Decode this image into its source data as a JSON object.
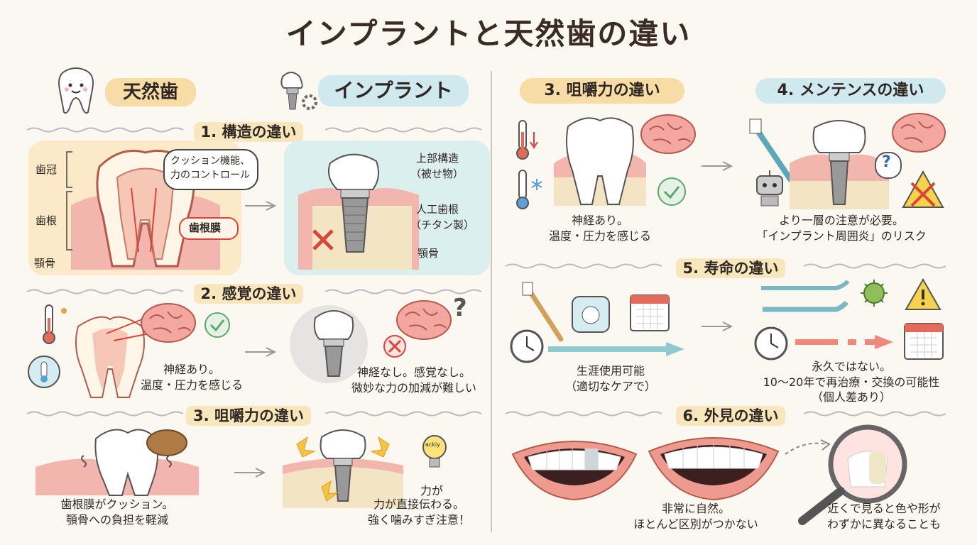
{
  "title": "インプラントと天然歯の違い",
  "headers": {
    "natural": "天然歯",
    "implant": "インプラント"
  },
  "sections": {
    "s1": "1. 構造の違い",
    "s2": "2. 感覚の違い",
    "s3": "3. 咀嚼力の違い",
    "s3r": "3. 咀嚼力の違い",
    "s4": "4. メンテンスの違い",
    "s5": "5. 寿命の違い",
    "s6": "6. 外見の違い"
  },
  "structure": {
    "crown": "歯冠",
    "root": "歯根",
    "jaw": "顎骨",
    "bubble1": "クッション機能、",
    "bubble2": "力のコントロール",
    "pdl": "歯根膜",
    "upper1": "上部構造",
    "upper2": "（被せ物）",
    "artroot1": "人工歯根",
    "artroot2": "（チタン製）",
    "jaw2": "顎骨"
  },
  "sensation": {
    "nat1": "神経あり。",
    "nat2": "温度・圧力を感じる",
    "imp1": "神経なし。感覚なし。",
    "imp2": "微妙な力の加減が難しい",
    "qmark": "?"
  },
  "chewing": {
    "nat1": "歯根膜がクッション。",
    "nat2": "顎骨への負担を軽減",
    "imp0": "力が",
    "imp1": "力が直接伝わる。",
    "imp2": "強く噛みすぎ注意！",
    "bulb": "ackiy"
  },
  "chewing_right": {
    "c1": "神経あり。",
    "c2": "温度・圧力を感じる"
  },
  "maintenance": {
    "c1": "より一層の注意が必要。",
    "c2": "「インプラント周囲炎」のリスク",
    "qmark": "?"
  },
  "lifespan": {
    "nat1": "生涯使用可能",
    "nat2": "（適切なケアで）",
    "imp1": "永久ではない。",
    "imp2": "10～20年で再治療・交換の可能性",
    "imp3": "（個人差あり）"
  },
  "appearance": {
    "c1": "非常に自然。",
    "c2": "ほとんど区別がつかない",
    "r1": "近くで見ると色や形が",
    "r2": "わずかに異なることも"
  },
  "colors": {
    "gum": "#f3b6ae",
    "bone": "#f3e4c4",
    "accent_red": "#d9453a",
    "accent_green": "#5aa86a"
  }
}
